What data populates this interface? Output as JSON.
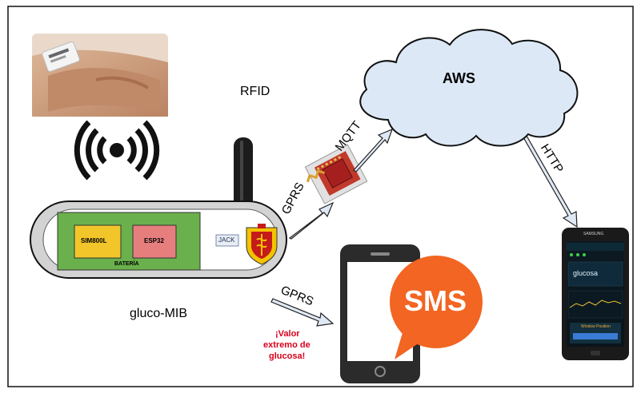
{
  "labels": {
    "rfid": "RFID",
    "aws": "AWS",
    "mqtt": "MQTT",
    "http": "HTTP",
    "gprs_top": "GPRS",
    "gprs_bottom": "GPRS",
    "device_name": "gluco-MIB",
    "sim800l": "SIM800L",
    "esp32": "ESP32",
    "bateria": "BATERÍA",
    "jack": "JACK",
    "sms": "SMS",
    "alert_line1": "¡Valor",
    "alert_line2": "extremo de",
    "alert_line3": "glucosa!",
    "phone_brand": "SAMSUNG",
    "app_title": "glucosa",
    "window_position": "Window Position"
  },
  "colors": {
    "cloud_fill": "#dce8f6",
    "arrow_fill": "#dfe9f5",
    "board_green": "#6ab04c",
    "sim_yellow": "#f2c62b",
    "esp_pink": "#e77e7e",
    "sms_orange": "#f26522",
    "alert_red": "#d9001b"
  }
}
